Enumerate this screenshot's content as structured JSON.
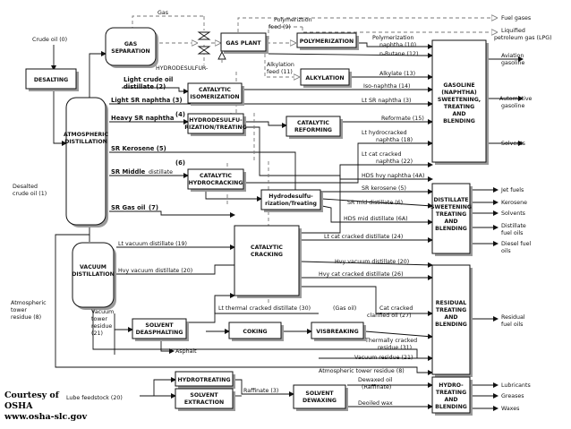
{
  "credit": {
    "line1": "Courtesy of",
    "line2": "OSHA",
    "line3": "www.osha-slc.gov"
  },
  "units": {
    "gas_separation": [
      "GAS",
      "SEPARATION"
    ],
    "desalting": [
      "DESALTING"
    ],
    "atmospheric_distillation": [
      "ATMOSPHERIC",
      "DISTILLATION"
    ],
    "vacuum_distillation": [
      "VACUUM",
      "DISTILLATION"
    ],
    "gas_plant": [
      "GAS PLANT"
    ],
    "polymerization": [
      "POLYMERIZATION"
    ],
    "alkylation": [
      "ALKYLATION"
    ],
    "catalytic_isomerization": [
      "CATALYTIC",
      "ISOMERIZATION"
    ],
    "hydrodesulfurization_treating": [
      "HYDRODESULFU-",
      "RIZATION/TREATING"
    ],
    "catalytic_reforming": [
      "CATALYTIC",
      "REFORMING"
    ],
    "catalytic_hydrocracking": [
      "CATALYTIC",
      "HYDROCRACKING"
    ],
    "hydrodesulfurization_treating_2": [
      "Hydrodesulfu-",
      "rization/Treating"
    ],
    "catalytic_cracking": [
      "CATALYTIC",
      "CRACKING"
    ],
    "solvent_deasphalting": [
      "SOLVENT",
      "DEASPHALTING"
    ],
    "coking": [
      "COKING"
    ],
    "visbreaking": [
      "VISBREAKING"
    ],
    "hydrotreating": [
      "HYDROTREATING"
    ],
    "solvent_extraction": [
      "SOLVENT",
      "EXTRACTION"
    ],
    "solvent_dewaxing": [
      "SOLVENT",
      "DEWAXING"
    ],
    "gasoline_blending": [
      "GASOLINE",
      "(NAPHTHA)",
      "SWEETENING,",
      "TREATING",
      "AND",
      "BLENDING"
    ],
    "distillate_blending": [
      "DISTILLATE",
      "SWEETENING",
      "TREATING",
      "AND",
      "BLENDING"
    ],
    "residual_blending": [
      "RESIDUAL",
      "TREATING",
      "AND",
      "BLENDING"
    ],
    "hydro_blending": [
      "HYDRO-",
      "TREATING",
      "AND",
      "BLENDING"
    ]
  },
  "streams": {
    "crude_oil": "Crude oil (0)",
    "desalted_crude": [
      "Desalted",
      "crude oil (1)"
    ],
    "gas": "Gas",
    "hydrodesulfur": "HYDRODESULFUR-",
    "light_sr_distillate": [
      "Light crude oil",
      "distillate (2)"
    ],
    "light_sr_naphtha": "Light SR naphtha (3)",
    "heavy_sr_naphtha": "Heavy SR naphtha",
    "heavy_sr_naphtha_num": "(4)",
    "sr_kerosene": "SR Kerosene (5)",
    "sr_middle": "SR Middle",
    "sr_middle_tail": "distillate",
    "sr_middle_num": "(6)",
    "sr_gas_oil": "SR Gas oil",
    "sr_gas_oil_num": "(7)",
    "atm_residue": [
      "Atmospheric",
      "tower",
      "residue (8)"
    ],
    "lt_vacuum": "Lt vacuum distillate (19)",
    "hvy_vacuum": "Hvy vacuum distillate (20)",
    "vacuum_residue": [
      "Vacuum",
      "tower",
      "residue",
      "(21)"
    ],
    "asphalt": "Asphalt",
    "lube_feedstock": "Lube feedstock (20)",
    "raffinate": "Raffinate (3)",
    "dewaxed_oil": [
      "Dewaxed oil",
      "(Raffinate)"
    ],
    "deoiled_wax": "Deoiled wax",
    "polymerization_feed": [
      "Polymeriztion",
      "feed (9)"
    ],
    "alkylation_feed": [
      "Alkylation",
      "feed (11)"
    ],
    "polymerization_naphtha": [
      "Polymerization",
      "naphtha (10)"
    ],
    "n_butane": "n-Butane (12)",
    "alkylate": "Alkylate (13)",
    "iso_naphtha": "Iso-naphtha (14)",
    "lt_sr_naphtha": "Lt SR naphtha (3)",
    "reformate": "Reformate (15)",
    "lt_hydrocracked_naphtha": [
      "Lt hydrocracked",
      "naphtha (18)"
    ],
    "lt_cat_cracked_naphtha": [
      "Lt cat cracked",
      "naphtha (22)"
    ],
    "hds_hvy_naphtha": "HDS hvy naphtha (4A)",
    "sr_kerosene_right": "SR kerosene (5)",
    "sr_mid_distillate": "SR mid distillate (6)",
    "hds_mid_distillate": "HDS mid distillate (6A)",
    "lt_cat_cracked_distillate": "Lt cat cracked distillate (24)",
    "hvy_vacuum_right": "Hvy vacuum distillate (20)",
    "hvy_cat_cracked": "Hvy cat cracked distillate (26)",
    "lt_thermal_cracked": "Lt thermal cracked distillate (30)",
    "gas_oil_tag": "(Gas oil)",
    "cat_cracked_clarified": [
      "Cat cracked",
      "clarified oil (27)"
    ],
    "thermally_cracked_residue": [
      "Thermally cracked",
      "residue (31)"
    ],
    "vacuum_residue_right": "Vacuum residue (21)",
    "atm_residue_right": "Atmospheric tower residue (8)"
  },
  "products": {
    "fuel_gases": "Fuel gases",
    "lpg": [
      "Liquified",
      "petroleum gas (LPG)"
    ],
    "aviation_gasoline": [
      "Aviation",
      "gasoline"
    ],
    "automotive_gasoline": [
      "Automotive",
      "gasoline"
    ],
    "solvents_top": "Solvents",
    "jet_fuels": "Jet fuels",
    "kerosene": "Kerosene",
    "solvents_mid": "Solvents",
    "distillate_fuel_oils": [
      "Distillate",
      "fuel oils"
    ],
    "diesel_fuel_oils": [
      "Diesel fuel",
      "oils"
    ],
    "residual_fuel_oils": [
      "Residual",
      "fuel oils"
    ],
    "lubricants": "Lubricants",
    "greases": "Greases",
    "waxes": "Waxes"
  }
}
